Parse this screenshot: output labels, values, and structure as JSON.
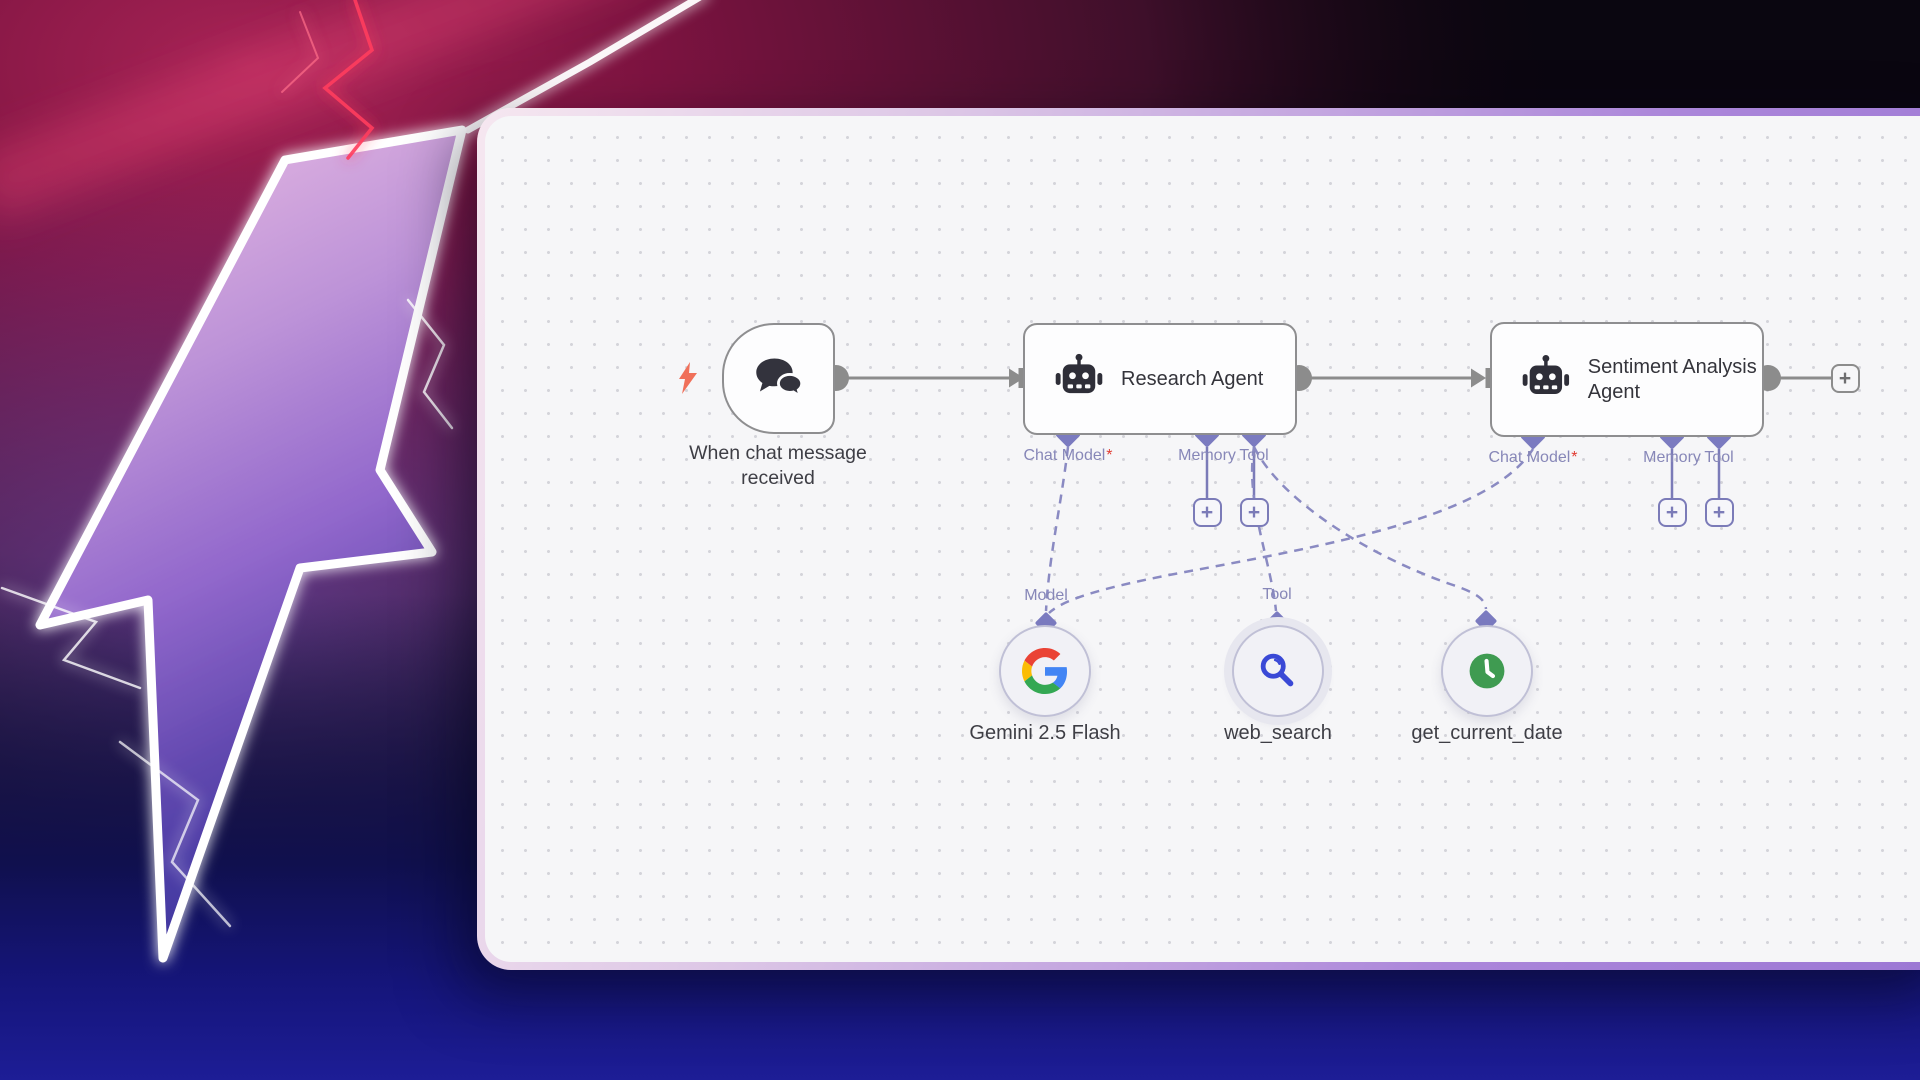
{
  "ui": {
    "plus": "+",
    "required_mark": "*"
  },
  "workflow": {
    "trigger": {
      "label": "When chat message received",
      "icon": "chat-bubbles",
      "badge_icon": "lightning-bolt",
      "badge_color": "#F0705A"
    },
    "research_agent": {
      "title": "Research Agent",
      "icon": "robot",
      "ports": {
        "chat_model": "Chat Model",
        "memory": "Memory",
        "tool": "Tool"
      }
    },
    "sentiment_agent": {
      "title": "Sentiment Analysis Agent",
      "icon": "robot",
      "ports": {
        "chat_model": "Chat Model",
        "memory": "Memory",
        "tool": "Tool"
      }
    },
    "sub_nodes": [
      {
        "label": "Gemini 2.5 Flash",
        "port_label": "Model",
        "icon": "google-logo"
      },
      {
        "label": "web_search",
        "port_label": "Tool",
        "icon": "search-magnifier",
        "icon_color": "#3A49D6"
      },
      {
        "label": "get_current_date",
        "port_label": "",
        "icon": "clock",
        "icon_color": "#3F9B51"
      }
    ],
    "connections": [
      {
        "from": "When chat message received",
        "to": "Research Agent",
        "type": "main"
      },
      {
        "from": "Research Agent",
        "to": "Sentiment Analysis Agent",
        "type": "main"
      },
      {
        "from": "Gemini 2.5 Flash",
        "to": "Research Agent",
        "port": "Chat Model"
      },
      {
        "from": "Gemini 2.5 Flash",
        "to": "Sentiment Analysis Agent",
        "port": "Chat Model"
      },
      {
        "from": "web_search",
        "to": "Research Agent",
        "port": "Tool"
      },
      {
        "from": "get_current_date",
        "to": "Research Agent",
        "port": "Tool"
      }
    ],
    "colors": {
      "canvas_bg": "#F6F6F8",
      "node_border": "#8C8C8C",
      "connector_gray": "#8C8C8C",
      "connector_lavender": "#8A8AC2",
      "port_diamond": "#7B7BC0",
      "port_label": "#8787B8",
      "required": "#E03A30",
      "trigger_bolt": "#F0705A",
      "panel_border_left": "#F6E7F0",
      "panel_border_right": "#9B77D4",
      "bg_top_left": "#8E1A4A",
      "bg_bottom": "#181887",
      "bolt_fill_top": "#EEC0E4",
      "bolt_fill_bottom": "#3F37A0"
    }
  }
}
